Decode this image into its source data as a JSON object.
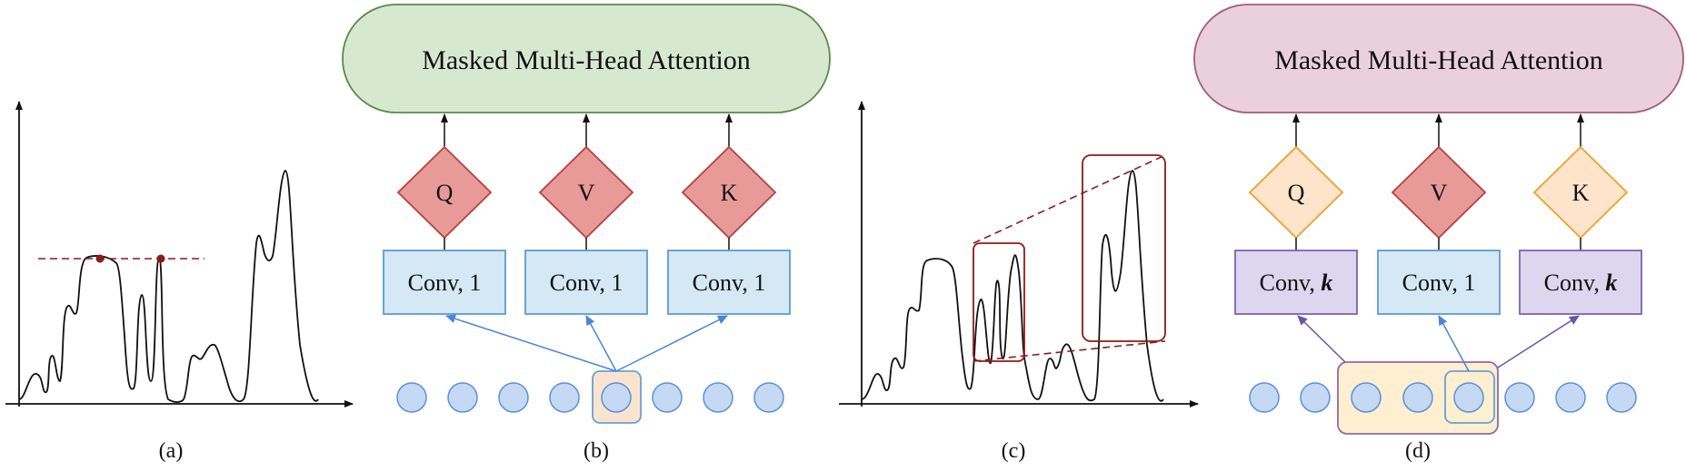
{
  "panels": {
    "a": {
      "caption": "(a)"
    },
    "b": {
      "caption": "(b)",
      "attention_label": "Masked Multi-Head Attention",
      "attention_fill": "#d7e8d0",
      "attention_stroke": "#5b8a46",
      "q_label": "Q",
      "v_label": "V",
      "k_label": "K",
      "conv_q_label": "Conv, 1",
      "conv_v_label": "Conv, 1",
      "conv_k_label": "Conv, 1"
    },
    "c": {
      "caption": "(c)"
    },
    "d": {
      "caption": "(d)",
      "attention_label": "Masked Multi-Head Attention",
      "attention_fill": "#ead0da",
      "attention_stroke": "#a35a7a",
      "q_label": "Q",
      "v_label": "V",
      "k_label": "K",
      "conv_q_prefix": "Conv, ",
      "conv_q_kernel": "k",
      "conv_v_label": "Conv, 1",
      "conv_k_prefix": "Conv, ",
      "conv_k_kernel": "k"
    }
  },
  "colors": {
    "diamond_red_fill": "#e79a98",
    "diamond_red_stroke": "#b5403f",
    "diamond_orange_fill": "#fde4cb",
    "diamond_orange_stroke": "#f0a028",
    "conv_blue_fill": "#d5e8f5",
    "conv_blue_stroke": "#5b9bd5",
    "conv_purple_fill": "#ddd6ee",
    "conv_purple_stroke": "#7b63b0",
    "token_fill": "#c5d9f5",
    "token_stroke": "#5b8fd9",
    "highlight_fill": "#fbe4cf",
    "highlight_stroke": "#6a9fd8",
    "local_window_fill": "#fdefcf",
    "local_window_stroke": "#8e6aa8",
    "anomaly_red": "#8b1a1a"
  }
}
